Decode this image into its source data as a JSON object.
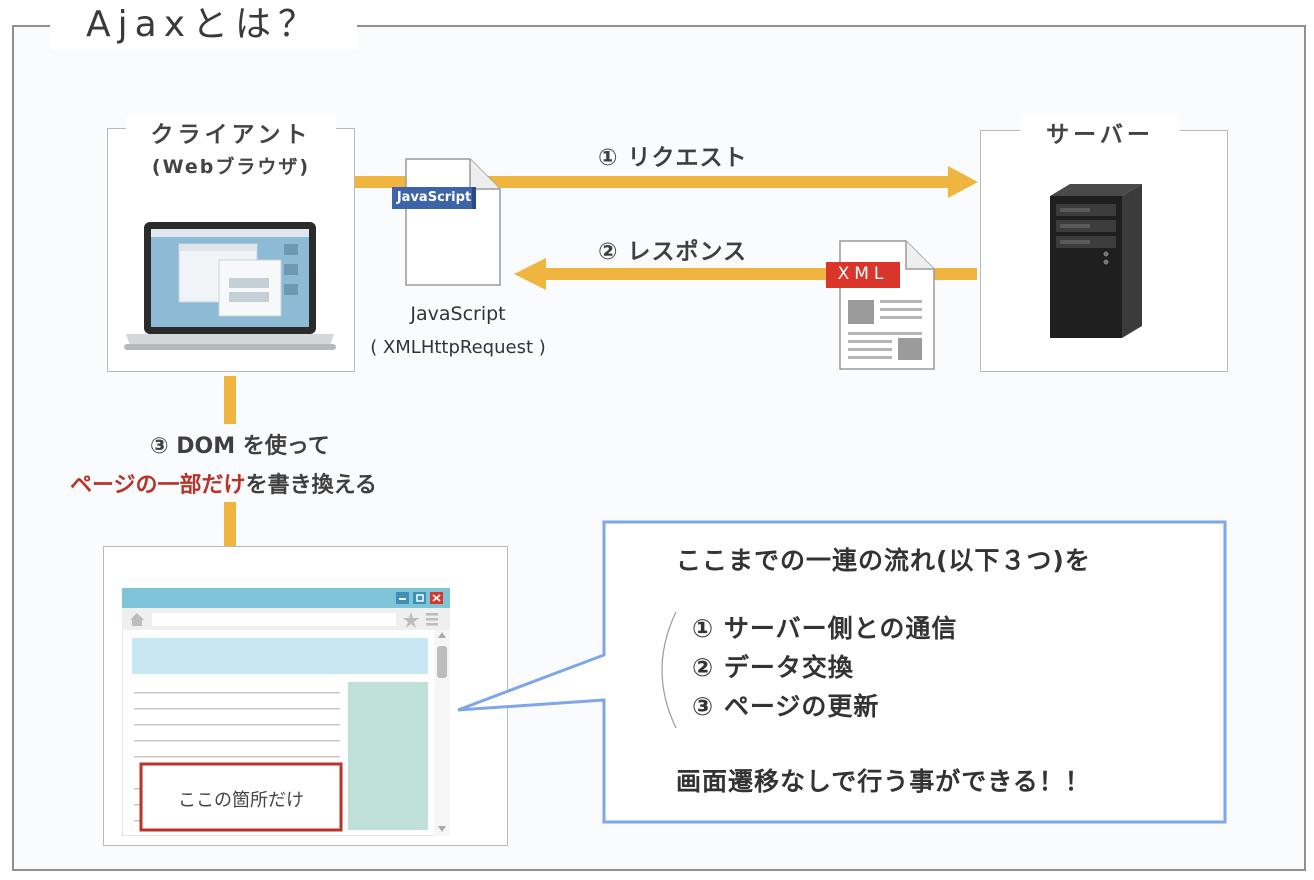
{
  "title": "Ajaxとは？",
  "client": {
    "label": "クライアント",
    "sublabel": "(Webブラウザ)"
  },
  "server": {
    "label": "サーバー"
  },
  "request": {
    "label": "① リクエスト"
  },
  "response": {
    "label": "② レスポンス"
  },
  "js_document": {
    "badge": "JavaScript",
    "caption_line1": "JavaScript",
    "caption_line2": "( XMLHttpRequest )"
  },
  "xml_document": {
    "badge": "XML"
  },
  "dom_step": {
    "line1": "③ DOM を使って",
    "line2_highlight": "ページの一部だけ",
    "line2_rest": "を書き換える"
  },
  "browser": {
    "highlight_text": "ここの箇所だけ"
  },
  "callout": {
    "heading": "ここまでの一連の流れ(以下３つ)を",
    "items": [
      "① サーバー側との通信",
      "② データ交換",
      "③ ページの更新"
    ],
    "conclusion": "画面遷移なしで行う事ができる！！"
  },
  "colors": {
    "arrow": "#f0b53f",
    "js_badge": "#3d64a8",
    "xml_badge": "#d9352b",
    "highlight": "#b8342b",
    "callout_border": "#7ea7e8",
    "browser_titlebar": "#7fc3d9",
    "browser_banner": "#c7e6f4",
    "browser_sidebar": "#bfe0d7"
  },
  "icons": [
    "laptop-icon",
    "server-tower-icon",
    "document-icon",
    "browser-window-icon",
    "minimize-icon",
    "maximize-icon",
    "close-icon",
    "home-icon",
    "star-icon",
    "menu-icon"
  ]
}
